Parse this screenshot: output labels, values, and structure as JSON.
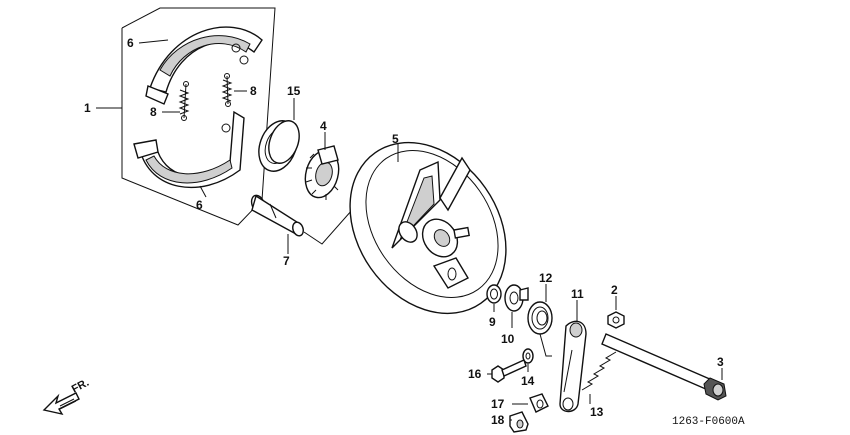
{
  "callouts": {
    "c1": "1",
    "c2": "2",
    "c3": "3",
    "c4": "4",
    "c5": "5",
    "c6a": "6",
    "c6b": "6",
    "c7": "7",
    "c8a": "8",
    "c8b": "8",
    "c9": "9",
    "c10": "10",
    "c11": "11",
    "c12": "12",
    "c13": "13",
    "c14": "14",
    "c15": "15",
    "c16": "16",
    "c17": "17",
    "c18": "18"
  },
  "diagram_code": "1263-F0600A",
  "direction_label": "FR.",
  "colors": {
    "ink": "#111111",
    "background": "#ffffff",
    "shade": "#cfcfcf"
  }
}
